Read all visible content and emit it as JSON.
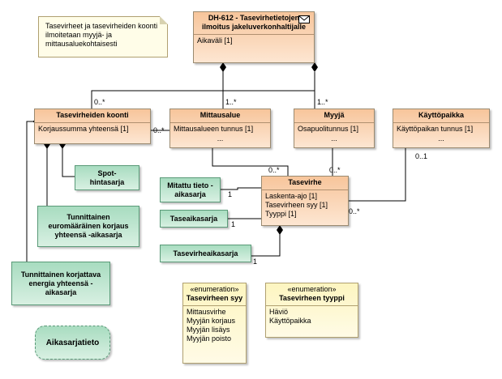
{
  "note": {
    "text": "Tasevirheet ja tasevirheiden koonti ilmoitetaan myyjä- ja mittausaluekohtaisesti"
  },
  "main": {
    "title": "DH-612 - Tasevirhetietojen ilmoitus jakeluverkonhaltijalle",
    "attribute": "Aikaväli [1]",
    "icon": "envelope-icon"
  },
  "classes": {
    "koonti": {
      "name": "Tasevirheiden koonti",
      "attribute": "Korjaussumma yhteensä [1]",
      "more": "..."
    },
    "mittausalue": {
      "name": "Mittausalue",
      "attribute": "Mittausalueen tunnus [1]",
      "more": "..."
    },
    "myyja": {
      "name": "Myyjä",
      "attribute": "Osapuolitunnus [1]",
      "more": "..."
    },
    "kayttopaikka": {
      "name": "Käyttöpaikka",
      "attribute": "Käyttöpaikan tunnus [1]",
      "more": "..."
    },
    "tasevirhe": {
      "name": "Tasevirhe",
      "attributes": [
        "Laskenta-ajo [1]",
        "Tasevirheen syy [1]",
        "Tyyppi [1]"
      ]
    }
  },
  "series": {
    "spot": "Spot-hintasarja",
    "euro": "Tunnittainen euromääräinen korjaus yhteensä -aikasarja",
    "energia": "Tunnittainen korjattava energia yhteensä -aikasarja",
    "mitattu": "Mitattu tieto -aikasarja",
    "tase": "Taseaikasarja",
    "tasevirhe": "Tasevirheaikasarja"
  },
  "enums": {
    "syy": {
      "stereotype": "«enumeration»",
      "name": "Tasevirheen syy",
      "literals": [
        "Mittausvirhe",
        "Myyjän korjaus",
        "Myyjän lisäys",
        "Myyjän poisto"
      ]
    },
    "tyyppi": {
      "stereotype": "«enumeration»",
      "name": "Tasevirheen tyyppi",
      "literals": [
        "Häviö",
        "Käyttöpaikka"
      ]
    }
  },
  "legend": {
    "label": "Aikasarjatieto"
  },
  "multiplicities": {
    "main_koonti": "0..*",
    "main_mittausalue": "1..*",
    "main_myyja": "1..*",
    "koonti_mittausalue": "0..*",
    "mittausalue_tasevirhe": "0..*",
    "myyja_tasevirhe": "0..*",
    "kayttopaikka_end": "0..1",
    "kayttopaikka_tasevirhe": "0..*",
    "mitattu_end": "1",
    "tase_end": "1",
    "tasevirhe_series_end": "1"
  },
  "colors": {
    "class_fill": "#f7c59b",
    "series_fill": "#a8dcc0",
    "enum_fill": "#fdf5c0",
    "line": "#000000"
  }
}
